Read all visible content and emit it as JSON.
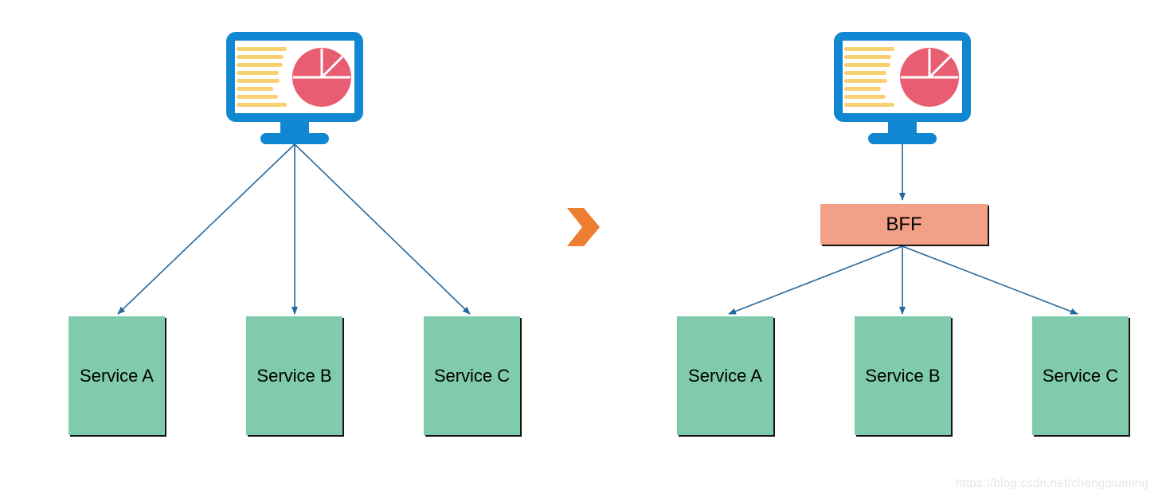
{
  "page": {
    "watermark": "https://blog.csdn.net/chengqiuming"
  },
  "colors": {
    "canvas-background": "#ffffff",
    "monitor-blue": "#1187d2",
    "screen-line-yellow": "#f9d172",
    "pie-pink": "#e95d72",
    "service-green": "#80cbac",
    "bff-salmon": "#f2a188",
    "chevron-orange": "#ed7d31",
    "connector-blue": "#27689a",
    "label-color": "#000000",
    "watermark-gray": "#e6e6e6"
  },
  "left_diagram": {
    "client_icon": "monitor-dashboard-icon",
    "services": [
      {
        "label": "Service A"
      },
      {
        "label": "Service B"
      },
      {
        "label": "Service C"
      }
    ]
  },
  "transition": {
    "icon": "chevron-right-icon"
  },
  "right_diagram": {
    "client_icon": "monitor-dashboard-icon",
    "bff_label": "BFF",
    "services": [
      {
        "label": "Service A"
      },
      {
        "label": "Service B"
      },
      {
        "label": "Service C"
      }
    ]
  }
}
